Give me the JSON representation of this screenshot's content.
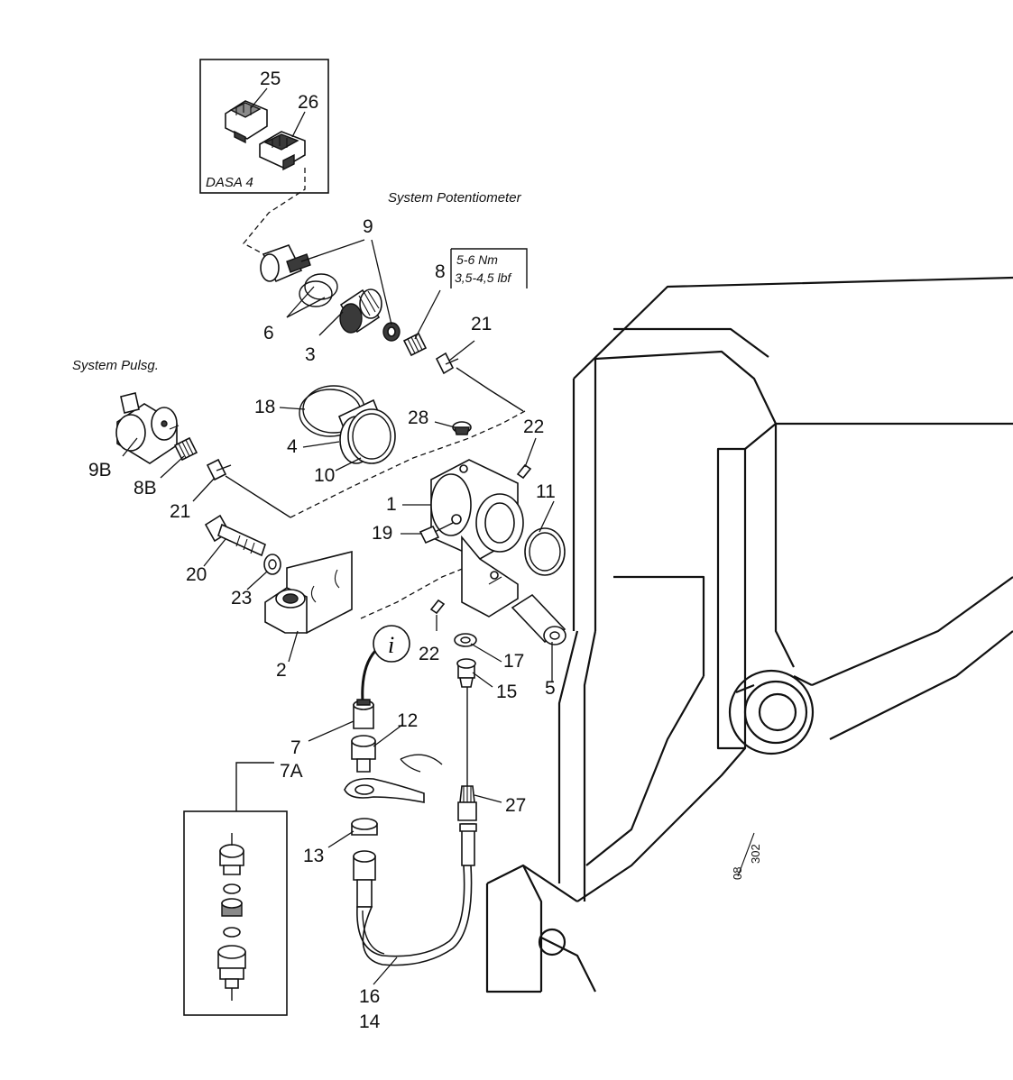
{
  "captions": {
    "dasa": "DASA 4",
    "system_potentiometer": "System Potentiometer",
    "system_pulsg": "System Pulsg.",
    "torque_nm": "5-6 Nm",
    "torque_lbf": "3,5-4,5 lbf",
    "info_symbol": "i",
    "drawing_ref_a": "08",
    "drawing_ref_b": "302"
  },
  "callouts": {
    "c25": "25",
    "c26": "26",
    "c9": "9",
    "c8": "8",
    "c6": "6",
    "c3": "3",
    "c21a": "21",
    "c18": "18",
    "c28": "28",
    "c22a": "22",
    "c4": "4",
    "c10": "10",
    "c11": "11",
    "c9b": "9B",
    "c8b": "8B",
    "c21b": "21",
    "c1": "1",
    "c19": "19",
    "c20": "20",
    "c23": "23",
    "c22b": "22",
    "c17": "17",
    "c15": "15",
    "c5": "5",
    "c2": "2",
    "c12": "12",
    "c7": "7",
    "c7a": "7A",
    "c27": "27",
    "c13": "13",
    "c16": "16",
    "c14": "14"
  }
}
